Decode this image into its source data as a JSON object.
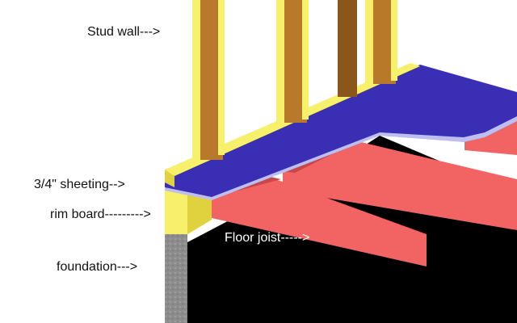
{
  "labels": {
    "stud_wall": "Stud wall--->",
    "sheeting": "3/4\" sheeting-->",
    "rim_board": "rim board--------->",
    "floor_joist": "Floor joist----->",
    "foundation": "foundation--->"
  },
  "colors": {
    "stud": "#b8792a",
    "stud_dark": "#8a561a",
    "plate_yellow": "#f7f06a",
    "plate_yellow_dark": "#e0d23e",
    "sheeting": "#3a2fb4",
    "sheeting_edge": "#bfbef0",
    "joist": "#f26464",
    "joist_dark": "#c84848",
    "void": "#000000",
    "foundation": "#8c8c8c"
  }
}
